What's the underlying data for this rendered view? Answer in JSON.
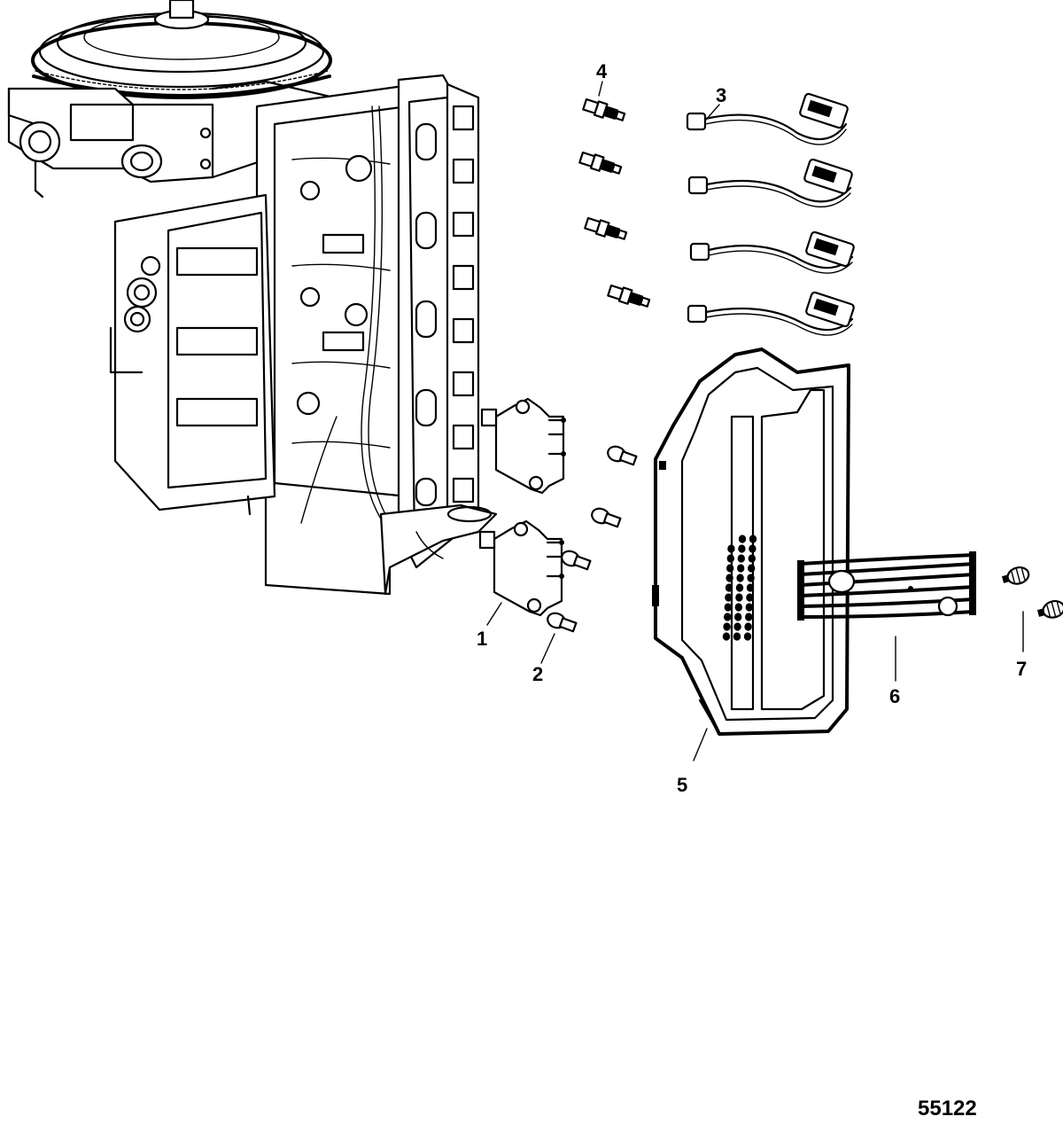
{
  "figure_number": "55122",
  "callouts": [
    {
      "id": "1",
      "label": "1"
    },
    {
      "id": "2",
      "label": "2"
    },
    {
      "id": "3",
      "label": "3"
    },
    {
      "id": "4",
      "label": "4"
    },
    {
      "id": "5",
      "label": "5"
    },
    {
      "id": "6",
      "label": "6"
    },
    {
      "id": "7",
      "label": "7"
    }
  ]
}
